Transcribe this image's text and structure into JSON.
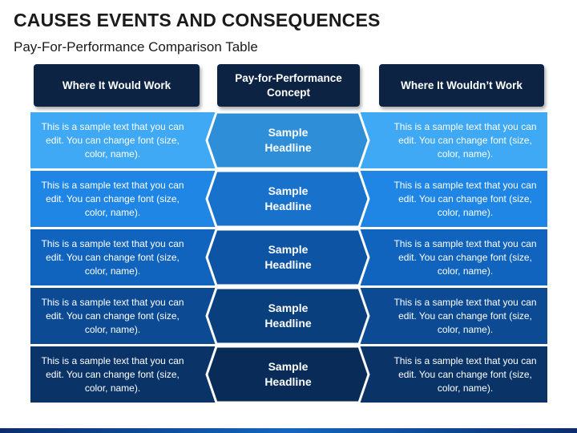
{
  "title": "CAUSES EVENTS AND CONSEQUENCES",
  "subtitle": "Pay-For-Performance Comparison Table",
  "headers": {
    "left": "Where It Would Work",
    "middle": "Pay-for-Performance Concept",
    "right": "Where It Wouldn’t Work"
  },
  "rows": [
    {
      "left": "This is a sample text that you can edit. You can change font (size, color, name).",
      "center": "Sample Headline",
      "right": "This is a sample text that you can edit. You can change font (size, color, name).",
      "side_color": "#3fa9f5",
      "center_color": "#2e8fd8",
      "notch_color": "#ffffff"
    },
    {
      "left": "This is a sample text that you can edit. You can change font (size, color, name).",
      "center": "Sample Headline",
      "right": "This is a sample text that you can edit. You can change font (size, color, name).",
      "side_color": "#1f86e5",
      "center_color": "#1872cc",
      "notch_color": "#ffffff"
    },
    {
      "left": "This is a sample text that you can edit. You can change font (size, color, name).",
      "center": "Sample Headline",
      "right": "This is a sample text that you can edit. You can change font (size, color, name).",
      "side_color": "#1164bd",
      "center_color": "#0d54a4",
      "notch_color": "#ffffff"
    },
    {
      "left": "This is a sample text that you can edit. You can change font (size, color, name).",
      "center": "Sample Headline",
      "right": "This is a sample text that you can edit. You can change font (size, color, name).",
      "side_color": "#0c4b94",
      "center_color": "#0a3f7e",
      "notch_color": "#ffffff"
    },
    {
      "left": "This is a sample text that you can edit. You can change font (size, color, name).",
      "center": "Sample Headline",
      "right": "This is a sample text that you can edit. You can change font (size, color, name).",
      "side_color": "#0a3468",
      "center_color": "#082b57",
      "notch_color": "#ffffff"
    }
  ]
}
